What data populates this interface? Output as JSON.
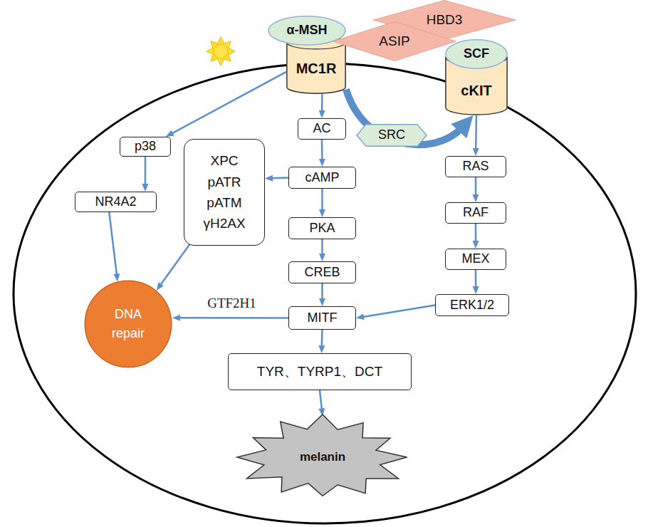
{
  "diagram": {
    "nodes": [
      {
        "text": [
          "α-MSH"
        ]
      },
      {
        "text": [
          "MC1R"
        ]
      },
      {
        "text": [
          "HBD3"
        ]
      },
      {
        "text": [
          "ASIP"
        ]
      },
      {
        "text": [
          "SCF"
        ]
      },
      {
        "text": [
          "cKIT"
        ]
      },
      {
        "text": [
          "AC"
        ]
      },
      {
        "text": [
          "SRC"
        ]
      },
      {
        "text": [
          "p38"
        ]
      },
      {
        "text": [
          "XPC pATR pATM γH2AX"
        ]
      },
      {
        "text": [
          "RAS"
        ]
      },
      {
        "text": [
          "cAMP"
        ]
      },
      {
        "text": [
          "NR4A2"
        ]
      },
      {
        "text": [
          "RAF"
        ]
      },
      {
        "text": [
          "PKA"
        ]
      },
      {
        "text": [
          "CREB"
        ]
      },
      {
        "text": [
          "MEX"
        ]
      },
      {
        "text": [
          "ERK1/2"
        ]
      },
      {
        "text": [
          "MITF"
        ]
      },
      {
        "text": [
          "DNA repair"
        ]
      },
      {
        "text": [
          "TYR、TYRP1、DCT"
        ]
      },
      {
        "text": [
          "melanin"
        ]
      }
    ],
    "edges": [
      {
        "from": 1,
        "to": 8,
        "arrow": "to"
      },
      {
        "from": 1,
        "to": 6,
        "arrow": "to"
      },
      {
        "from": 6,
        "to": 11,
        "arrow": "to"
      },
      {
        "from": 11,
        "to": 9,
        "arrow": "to"
      },
      {
        "from": 11,
        "to": 14,
        "arrow": "to"
      },
      {
        "from": 14,
        "to": 15,
        "arrow": "to"
      },
      {
        "from": 15,
        "to": 18,
        "arrow": "to"
      },
      {
        "from": 18,
        "to": 20,
        "arrow": "to"
      },
      {
        "from": 20,
        "to": 21,
        "arrow": "to"
      },
      {
        "from": 18,
        "to": 19,
        "label": "GTF2H1",
        "arrow": "to"
      },
      {
        "from": 8,
        "to": 12,
        "arrow": "to"
      },
      {
        "from": 12,
        "to": 19,
        "arrow": "to"
      },
      {
        "from": 9,
        "to": 19,
        "arrow": "to"
      },
      {
        "from": 1,
        "to": 5,
        "arrow": "to"
      },
      {
        "from": 5,
        "to": 10,
        "arrow": "to"
      },
      {
        "from": 10,
        "to": 13,
        "arrow": "to"
      },
      {
        "from": 13,
        "to": 16,
        "arrow": "to"
      },
      {
        "from": 16,
        "to": 17,
        "arrow": "to"
      },
      {
        "from": 17,
        "to": 18,
        "arrow": "to"
      }
    ]
  }
}
